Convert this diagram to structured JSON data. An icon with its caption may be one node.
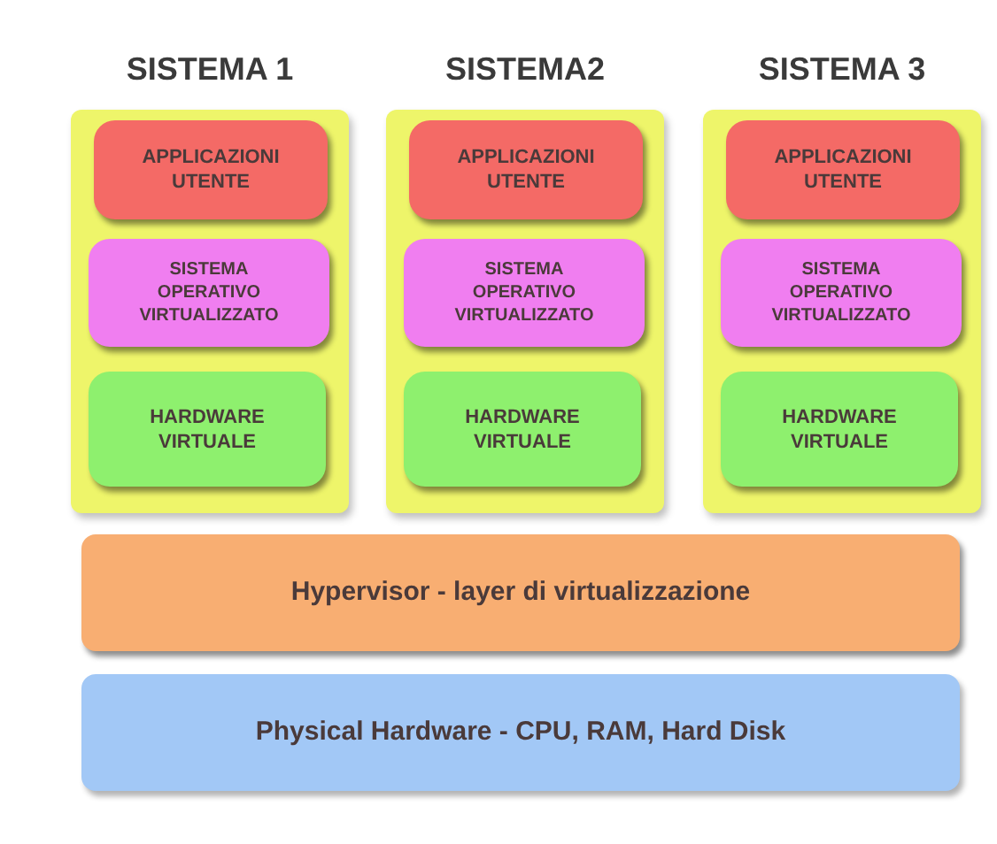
{
  "diagram": {
    "nodes": [
      {
        "text": [
          "SISTEMA 1"
        ]
      },
      {
        "text": [
          "APPLICAZIONI UTENTE"
        ],
        "in": 0
      },
      {
        "text": [
          "SISTEMA OPERATIVO VIRTUALIZZATO"
        ],
        "in": 0
      },
      {
        "text": [
          "HARDWARE VIRTUALE"
        ],
        "in": 0
      },
      {
        "text": [
          "SISTEMA2"
        ]
      },
      {
        "text": [
          "APPLICAZIONI UTENTE"
        ],
        "in": 4
      },
      {
        "text": [
          "SISTEMA OPERATIVO VIRTUALIZZATO"
        ],
        "in": 4
      },
      {
        "text": [
          "HARDWARE VIRTUALE"
        ],
        "in": 4
      },
      {
        "text": [
          "SISTEMA 3"
        ]
      },
      {
        "text": [
          "APPLICAZIONI UTENTE"
        ],
        "in": 8
      },
      {
        "text": [
          "SISTEMA OPERATIVO VIRTUALIZZATO"
        ],
        "in": 8
      },
      {
        "text": [
          "HARDWARE VIRTUALE"
        ],
        "in": 8
      },
      {
        "text": [
          "Hypervisor - layer di virtualizzazione"
        ]
      },
      {
        "text": [
          "Physical Hardware - CPU, RAM, Hard Disk"
        ]
      }
    ]
  }
}
